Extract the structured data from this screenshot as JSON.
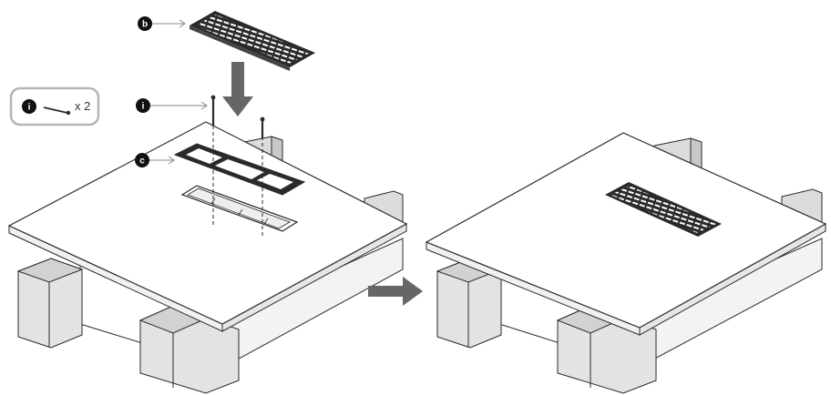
{
  "parts_box": {
    "screw_callout": "i",
    "quantity": "x 2"
  },
  "callouts": {
    "grille": "b",
    "screw": "i",
    "frame": "c"
  },
  "colors": {
    "line": "#2a2a2a",
    "worktop": "#ffffff",
    "block": "#dcdcdc",
    "block_dark": "#c8c8c8",
    "arrow": "#666666",
    "callout_fill": "#111111",
    "parts_box_border": "#b5b5b5"
  }
}
